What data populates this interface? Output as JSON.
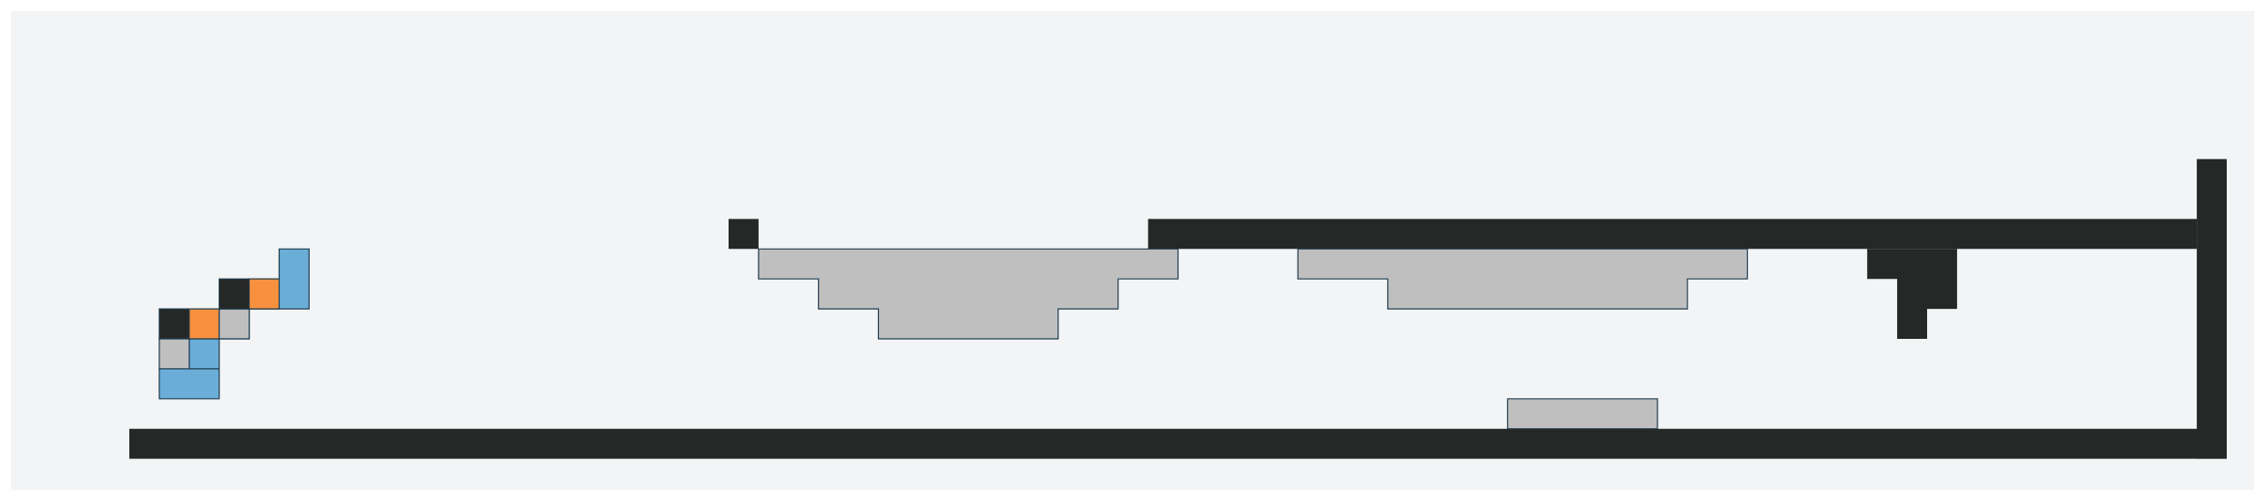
{
  "colors": {
    "page": "#ffffff",
    "board": "#f2f4f6",
    "wall": "#262828",
    "platform": "#bfbfbf",
    "player_blue": "#6aaed8",
    "player_orange": "#f8913f",
    "player_dark": "#262828",
    "player_gray": "#bfbfbf",
    "outline": "#1e3a4c"
  },
  "level": {
    "walls": [
      {
        "name": "wall-tall-post",
        "cells": [
          [
            0,
            0
          ],
          [
            0,
            6
          ],
          [
            1,
            6
          ],
          [
            1,
            7
          ],
          [
            0,
            7
          ],
          [
            0,
            0
          ]
        ]
      },
      {
        "name": "wall-upper-beam",
        "cells": [
          [
            14,
            6
          ],
          [
            49,
            6
          ],
          [
            49,
            7
          ],
          [
            14,
            7
          ]
        ]
      },
      {
        "name": "wall-right-post",
        "cells": [
          [
            49,
            4
          ],
          [
            50,
            4
          ],
          [
            50,
            14
          ],
          [
            49,
            14
          ]
        ]
      },
      {
        "name": "wall-hanging-block",
        "cells": [
          [
            38,
            7
          ],
          [
            41,
            7
          ],
          [
            41,
            9
          ],
          [
            40,
            9
          ],
          [
            40,
            10
          ],
          [
            39,
            10
          ],
          [
            39,
            8
          ],
          [
            38,
            8
          ]
        ]
      },
      {
        "name": "wall-floor",
        "cells": [
          [
            -20,
            13
          ],
          [
            50,
            13
          ],
          [
            50,
            14
          ],
          [
            -20,
            14
          ]
        ]
      }
    ],
    "platforms": [
      {
        "name": "platform-stepped-left",
        "cells": [
          [
            1,
            7
          ],
          [
            15,
            7
          ],
          [
            15,
            8
          ],
          [
            13,
            8
          ],
          [
            13,
            9
          ],
          [
            11,
            9
          ],
          [
            11,
            10
          ],
          [
            5,
            10
          ],
          [
            5,
            9
          ],
          [
            3,
            9
          ],
          [
            3,
            8
          ],
          [
            1,
            8
          ]
        ]
      },
      {
        "name": "platform-stepped-right",
        "cells": [
          [
            19,
            7
          ],
          [
            34,
            7
          ],
          [
            34,
            8
          ],
          [
            32,
            8
          ],
          [
            32,
            9
          ],
          [
            22,
            9
          ],
          [
            22,
            8
          ],
          [
            19,
            8
          ]
        ]
      },
      {
        "name": "platform-floor-block",
        "cells": [
          [
            26,
            12
          ],
          [
            31,
            12
          ],
          [
            31,
            13
          ],
          [
            26,
            13
          ]
        ]
      }
    ]
  },
  "player": {
    "pieces": [
      {
        "name": "player-tail-blue",
        "color": "player_blue",
        "cells": [
          [
            -19,
            11
          ],
          [
            -17,
            11
          ],
          [
            -17,
            10
          ],
          [
            -16,
            10
          ],
          [
            -16,
            9
          ],
          [
            -14,
            9
          ],
          [
            -14,
            7
          ],
          [
            -15,
            7
          ],
          [
            -15,
            8
          ],
          [
            -16,
            8
          ],
          [
            -16,
            9
          ],
          [
            -17,
            9
          ],
          [
            -17,
            10
          ],
          [
            -18,
            10
          ],
          [
            -18,
            11
          ],
          [
            -19,
            11
          ],
          [
            -19,
            12
          ],
          [
            -17,
            12
          ],
          [
            -17,
            11
          ]
        ]
      },
      {
        "name": "player-segment-dark-1",
        "color": "player_dark",
        "cells": [
          [
            -19,
            9
          ],
          [
            -18,
            9
          ],
          [
            -18,
            10
          ],
          [
            -19,
            10
          ]
        ]
      },
      {
        "name": "player-segment-orange-1",
        "color": "player_orange",
        "cells": [
          [
            -18,
            9
          ],
          [
            -17,
            9
          ],
          [
            -17,
            10
          ],
          [
            -18,
            10
          ]
        ]
      },
      {
        "name": "player-segment-gray-1",
        "color": "player_gray",
        "cells": [
          [
            -17,
            9
          ],
          [
            -16,
            9
          ],
          [
            -16,
            10
          ],
          [
            -17,
            10
          ]
        ]
      },
      {
        "name": "player-segment-dark-2",
        "color": "player_dark",
        "cells": [
          [
            -17,
            8
          ],
          [
            -16,
            8
          ],
          [
            -16,
            9
          ],
          [
            -17,
            9
          ]
        ]
      },
      {
        "name": "player-segment-orange-2",
        "color": "player_orange",
        "cells": [
          [
            -16,
            8
          ],
          [
            -15,
            8
          ],
          [
            -15,
            9
          ],
          [
            -16,
            9
          ]
        ]
      },
      {
        "name": "player-segment-gray-2",
        "color": "player_gray",
        "cells": [
          [
            -19,
            10
          ],
          [
            -18,
            10
          ],
          [
            -18,
            11
          ],
          [
            -19,
            11
          ]
        ]
      }
    ]
  }
}
